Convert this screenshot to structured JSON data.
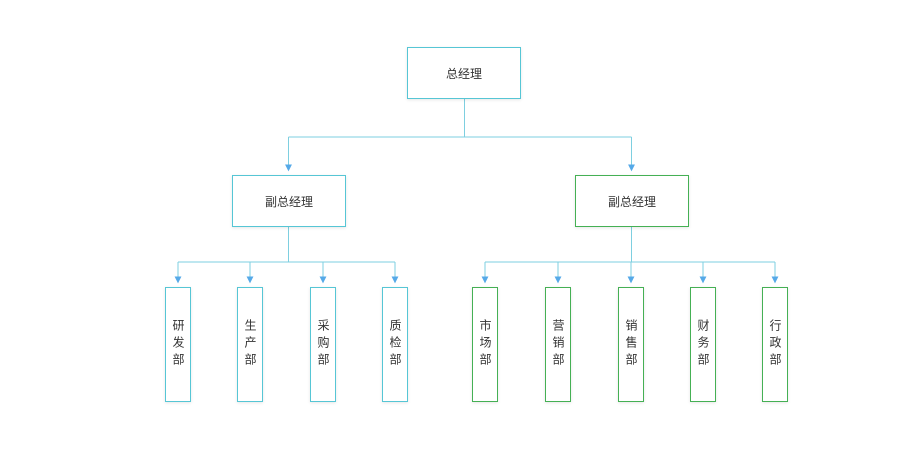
{
  "diagram": {
    "title": "organization-chart",
    "root": {
      "label": "总经理"
    },
    "deputies": [
      {
        "label": "副总经理",
        "border": "teal"
      },
      {
        "label": "副总经理",
        "border": "green"
      }
    ],
    "left_departments": [
      "研发部",
      "生产部",
      "采购部",
      "质检部"
    ],
    "right_departments": [
      "市场部",
      "营销部",
      "销售部",
      "财务部",
      "行政部"
    ]
  },
  "colors": {
    "teal_border": "#56c6d5",
    "green_border": "#45b054",
    "line": "#7ecfe0",
    "arrow": "#55a9e8",
    "text": "#333333",
    "background": "#ffffff"
  }
}
